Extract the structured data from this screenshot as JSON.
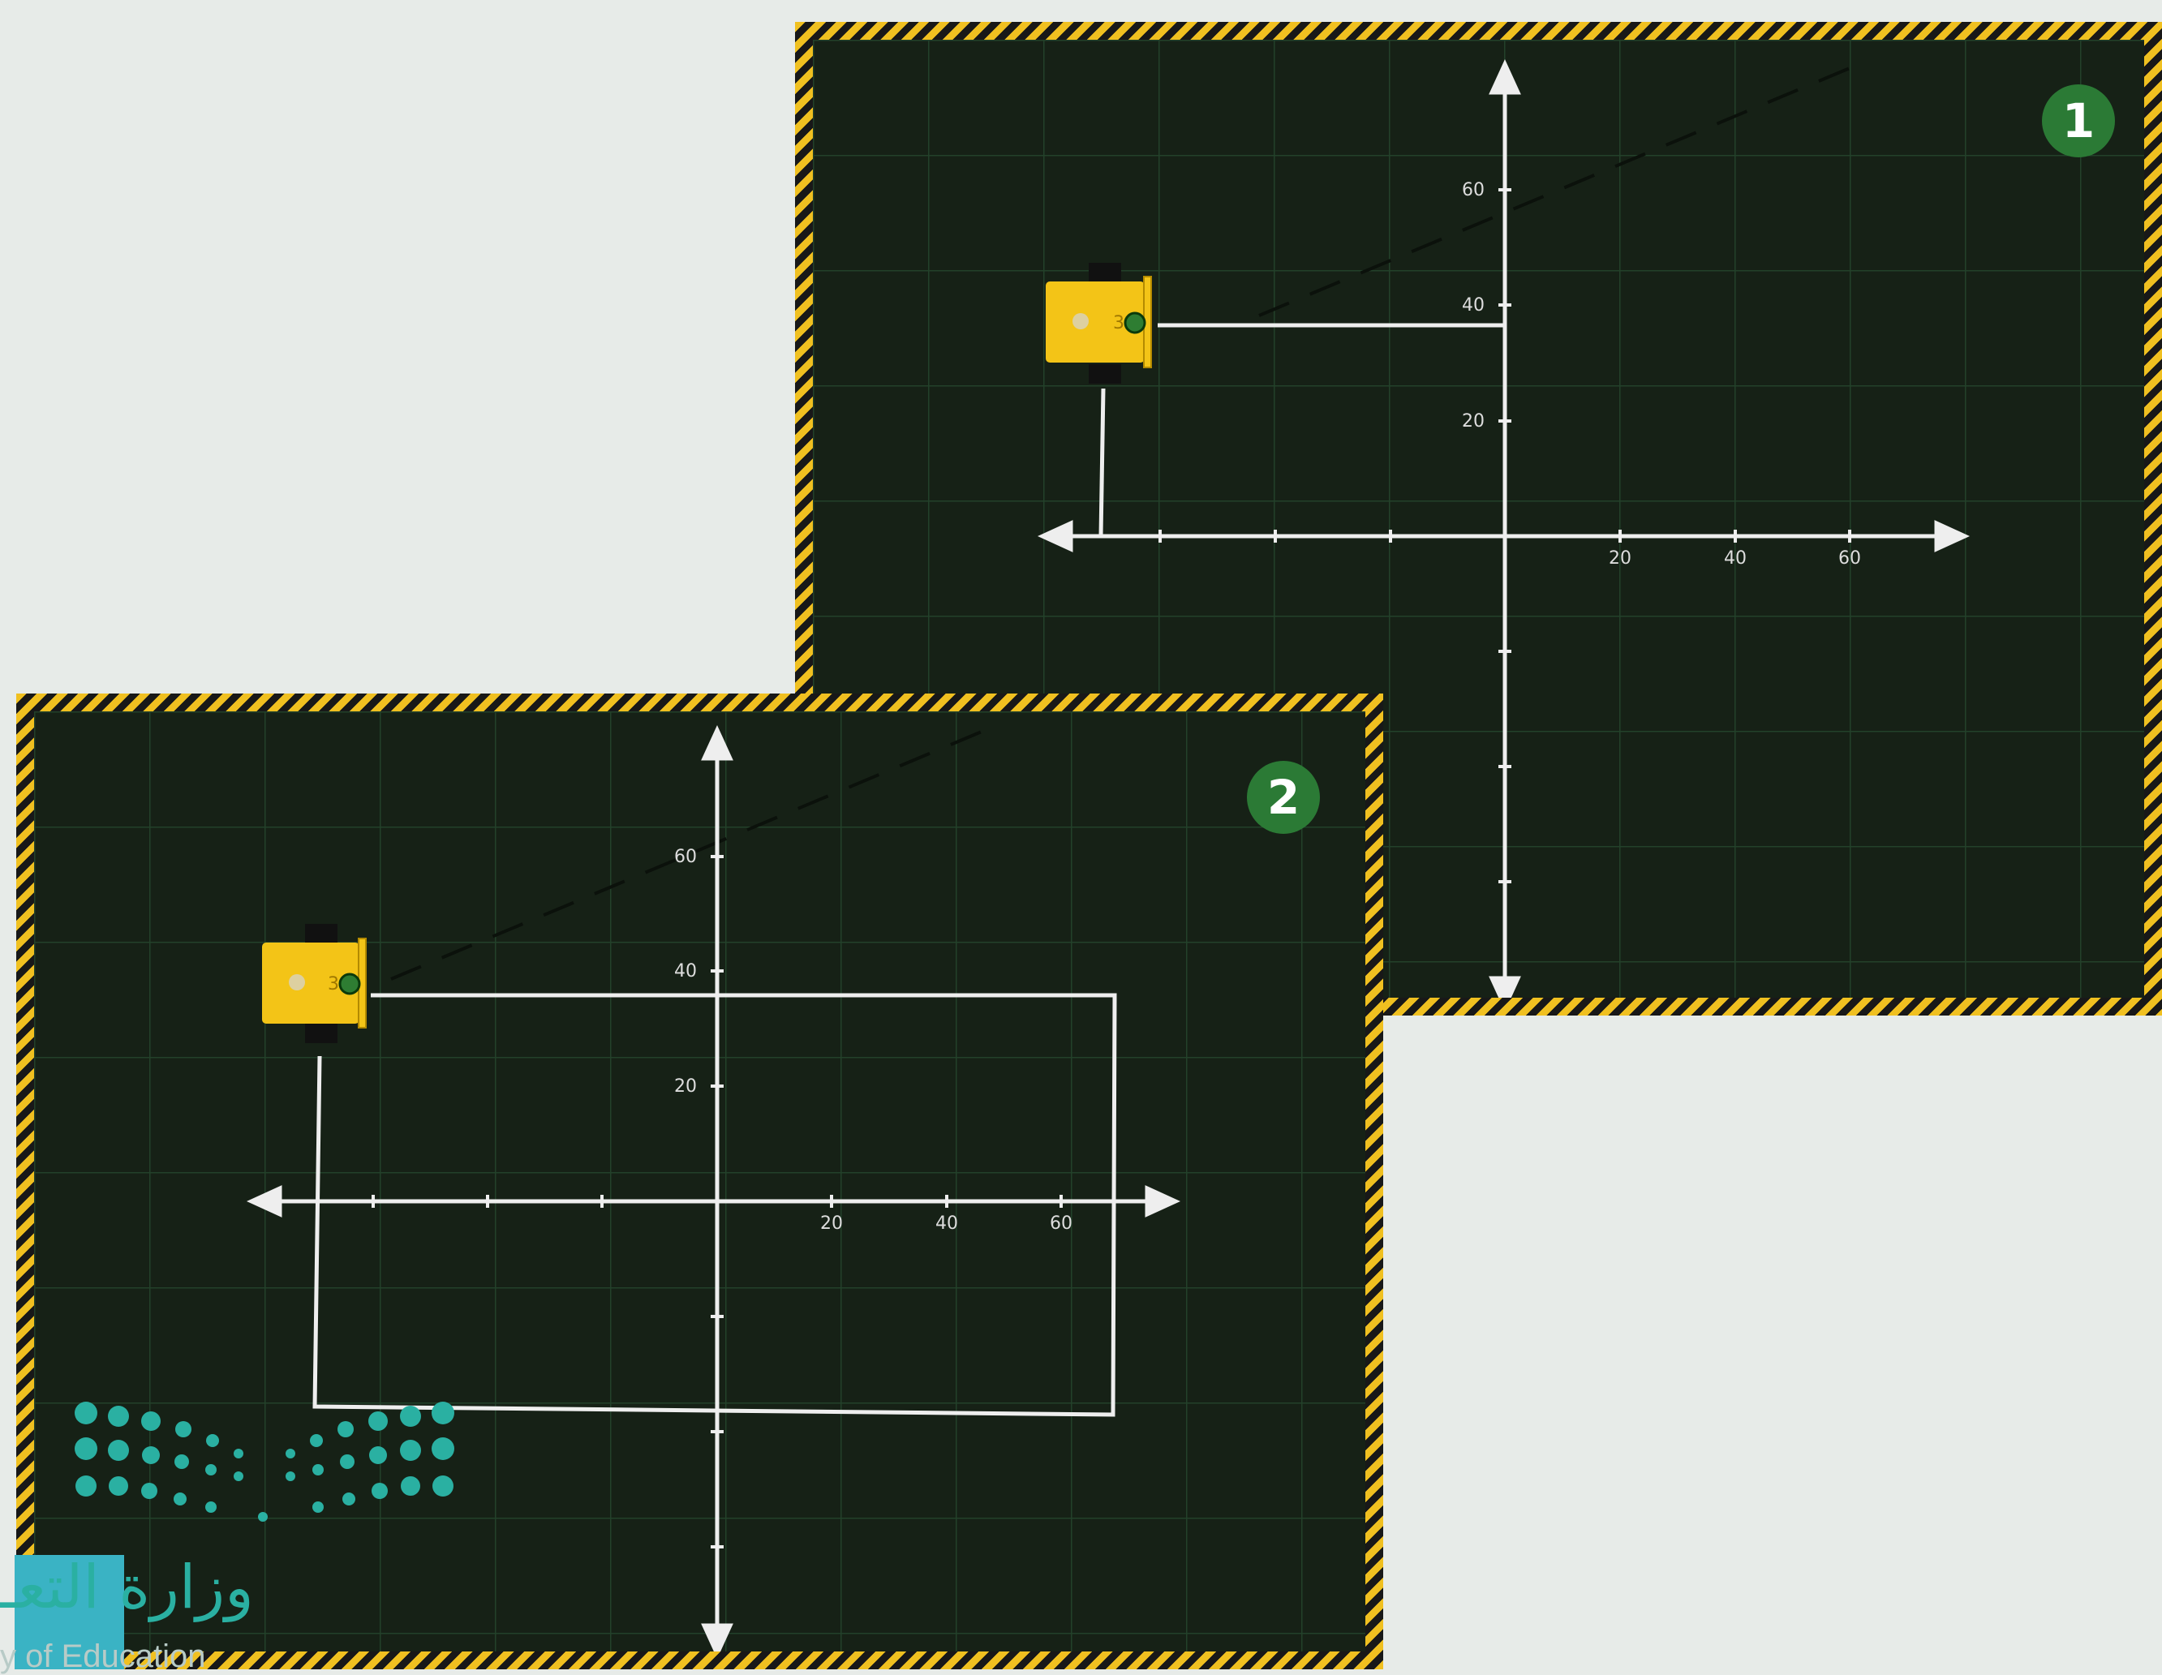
{
  "panels": [
    {
      "badge": "1",
      "y_tick_labels": [
        "60",
        "40",
        "20"
      ],
      "x_tick_labels": [
        "20",
        "40",
        "60"
      ]
    },
    {
      "badge": "2",
      "y_tick_labels": [
        "60",
        "40",
        "20"
      ],
      "x_tick_labels": [
        "20",
        "40",
        "60"
      ]
    }
  ],
  "robot": {
    "label": "3"
  },
  "logo": {
    "arabic_text": "وزارة التعـ",
    "english_text": "y of Education"
  },
  "colors": {
    "grid_background": "#162116",
    "grid_lines": "#23412a",
    "hazard_stripe": "#f0c020",
    "robot_body": "#f3c417",
    "badge": "#2b7a35",
    "logo_teal": "#2ab0a2",
    "logo_square": "#3ab3c4"
  }
}
